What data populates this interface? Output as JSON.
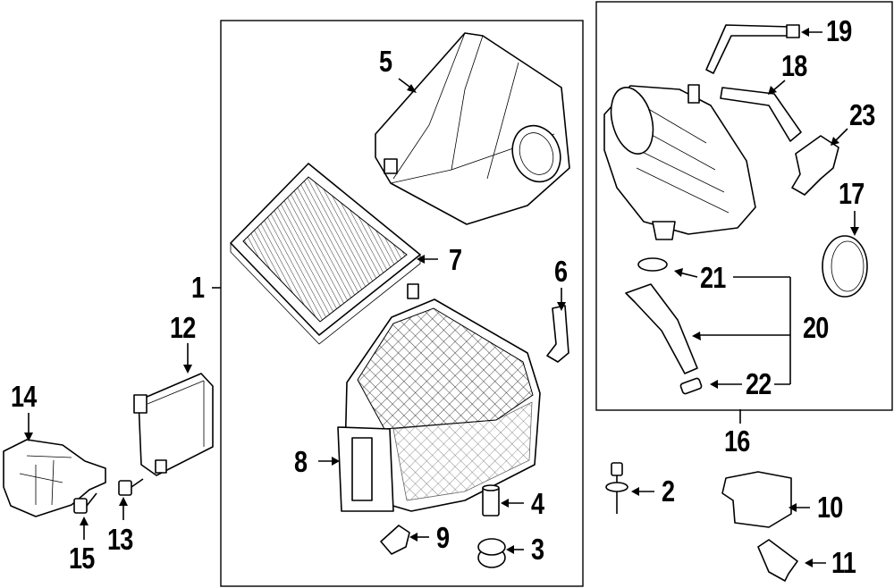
{
  "diagram": {
    "callouts": [
      {
        "id": "c1",
        "number": "1"
      },
      {
        "id": "c2",
        "number": "2"
      },
      {
        "id": "c3",
        "number": "3"
      },
      {
        "id": "c4",
        "number": "4"
      },
      {
        "id": "c5",
        "number": "5"
      },
      {
        "id": "c6",
        "number": "6"
      },
      {
        "id": "c7",
        "number": "7"
      },
      {
        "id": "c8",
        "number": "8"
      },
      {
        "id": "c9",
        "number": "9"
      },
      {
        "id": "c10",
        "number": "10"
      },
      {
        "id": "c11",
        "number": "11"
      },
      {
        "id": "c12",
        "number": "12"
      },
      {
        "id": "c13",
        "number": "13"
      },
      {
        "id": "c14",
        "number": "14"
      },
      {
        "id": "c15",
        "number": "15"
      },
      {
        "id": "c16",
        "number": "16"
      },
      {
        "id": "c17",
        "number": "17"
      },
      {
        "id": "c18",
        "number": "18"
      },
      {
        "id": "c19",
        "number": "19"
      },
      {
        "id": "c20",
        "number": "20"
      },
      {
        "id": "c21",
        "number": "21"
      },
      {
        "id": "c22",
        "number": "22"
      },
      {
        "id": "c23",
        "number": "23"
      }
    ],
    "colors": {
      "line": "#000000",
      "background": "#ffffff"
    }
  }
}
